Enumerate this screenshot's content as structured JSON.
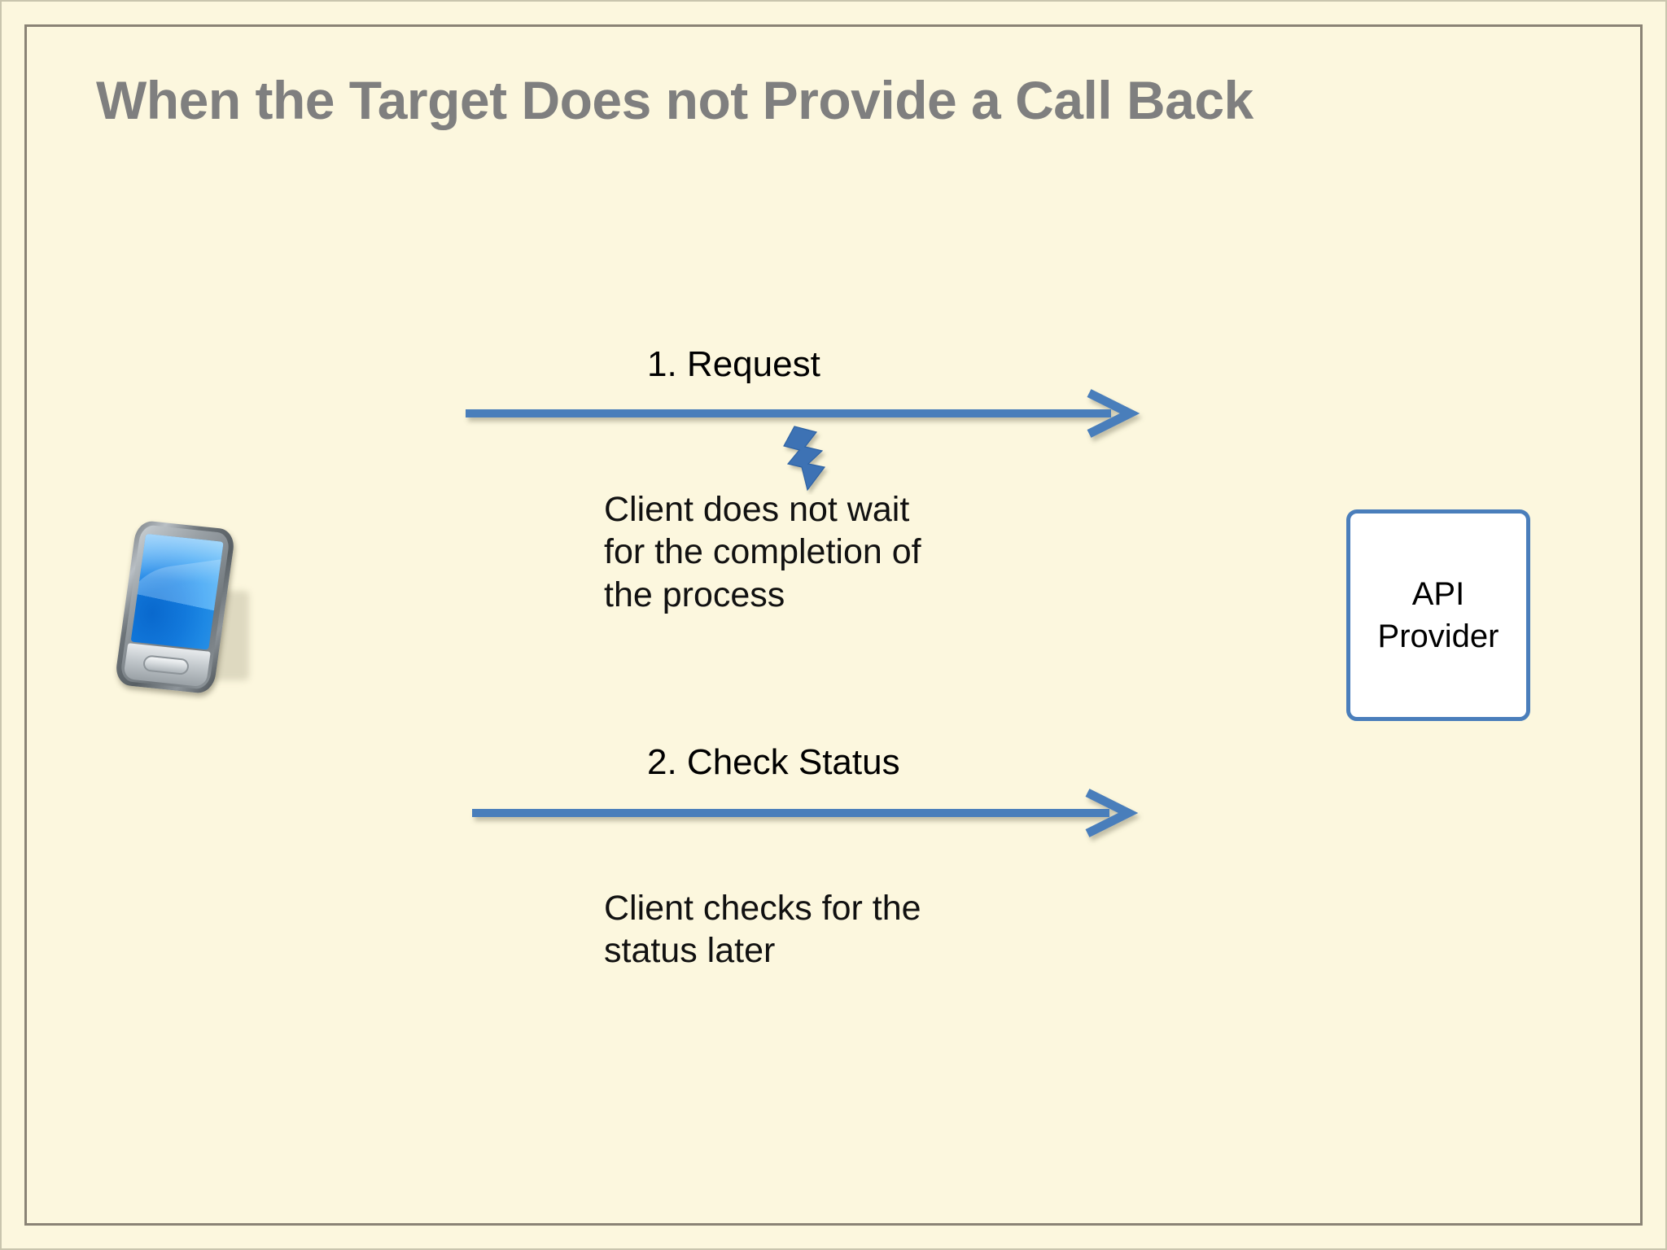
{
  "slide": {
    "title": "When the Target Does not Provide a Call Back",
    "background_color": "#FCF7DE",
    "title_color": "#7F7F7F",
    "frame_color": "#8A8375",
    "accent_color": "#4A7EBB"
  },
  "actors": {
    "client": {
      "icon": "smartphone-icon",
      "label": ""
    },
    "provider": {
      "line1": "API",
      "line2": "Provider",
      "border_color": "#4A7EBB",
      "fill_color": "#FFFFFF"
    }
  },
  "steps": [
    {
      "id": "step-1",
      "label": "1. Request",
      "direction": "client-to-provider",
      "arrow_color": "#4A7EBB"
    },
    {
      "id": "step-2",
      "label": "2. Check Status",
      "direction": "client-to-provider",
      "arrow_color": "#4A7EBB"
    }
  ],
  "notes": [
    {
      "id": "note-1",
      "lines": [
        "Client does not wait",
        "for the completion of",
        "the process"
      ],
      "text": "Client does not wait for the completion of the process"
    },
    {
      "id": "note-2",
      "lines": [
        "Client checks for the",
        "status later"
      ],
      "text": "Client checks for the status later"
    }
  ],
  "annotations": {
    "bolt": {
      "icon": "lightning-bolt-icon",
      "color": "#3C72B4"
    }
  }
}
